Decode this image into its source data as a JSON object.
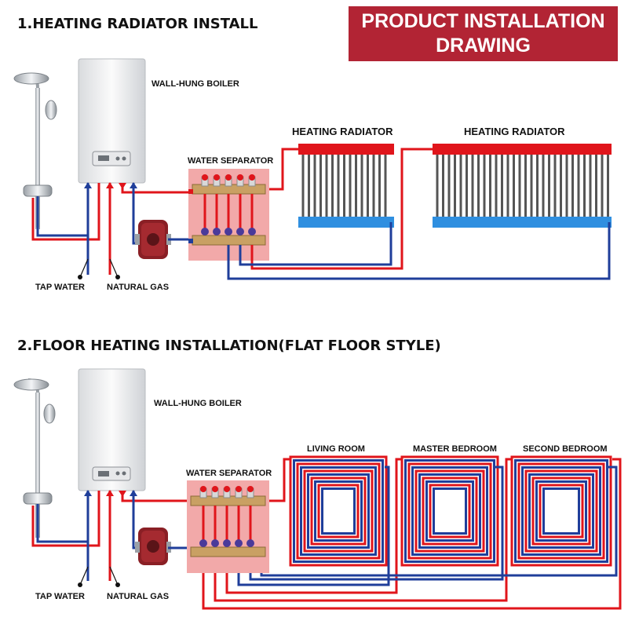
{
  "banner": {
    "line1": "PRODUCT INSTALLATION",
    "line2": "DRAWING"
  },
  "section1": {
    "title": "1.HEATING RADIATOR INSTALL",
    "boiler_label": "WALL-HUNG BOILER",
    "separator_label": "WATER SEPARATOR",
    "radiator_labels": [
      "HEATING RADIATOR",
      "HEATING RADIATOR"
    ],
    "tap_water_label": "TAP WATER",
    "natural_gas_label": "NATURAL GAS"
  },
  "section2": {
    "title": "2.FLOOR HEATING INSTALLATION(FLAT FLOOR STYLE)",
    "boiler_label": "WALL-HUNG BOILER",
    "separator_label": "WATER SEPARATOR",
    "room_labels": [
      "LIVING ROOM",
      "MASTER BEDROOM",
      "SECOND BEDROOM"
    ],
    "tap_water_label": "TAP WATER",
    "natural_gas_label": "NATURAL GAS"
  },
  "colors": {
    "hot": "#e0151b",
    "cold": "#1f3e9a",
    "radiator_top": "#e0151b",
    "radiator_bottom": "#2f8fe0",
    "manifold_bg": "#f2a9a9",
    "banner": "#b22434"
  }
}
